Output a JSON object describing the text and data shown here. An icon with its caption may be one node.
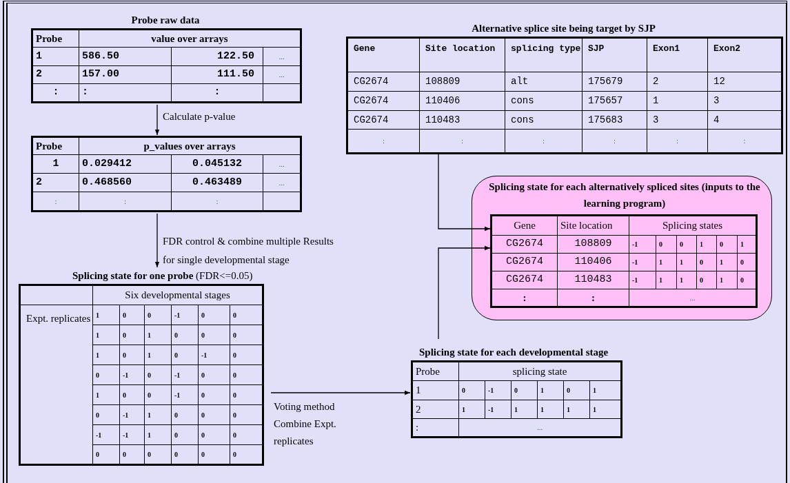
{
  "diagram": {
    "nodes": [
      {
        "text": [
          "Probe raw data",
          "Probe",
          "value over arrays",
          "1",
          "586.50",
          "122.50",
          "...",
          "2",
          "157.00",
          "111.50",
          "...",
          ":",
          ":",
          ":"
        ]
      },
      {
        "text": [
          "Probe",
          "p_values over arrays",
          "1",
          "0.029412",
          "0.045132",
          "...",
          "2",
          "0.468560",
          "0.463489",
          "...",
          ":",
          ":",
          ":"
        ]
      },
      {
        "text": [
          "**Splicing state for one probe** (FDR<=0.05)",
          "Six developmental stages",
          "Expt. replicates",
          "1",
          "0",
          "0",
          "-1",
          "0",
          "0",
          "1",
          "0",
          "1",
          "0",
          "0",
          "0",
          "1",
          "0",
          "1",
          "0",
          "-1",
          "0",
          "0",
          "-1",
          "0",
          "-1",
          "0",
          "0",
          "1",
          "0",
          "0",
          "-1",
          "0",
          "0",
          "0",
          "-1",
          "1",
          "0",
          "0",
          "0",
          "-1",
          "-1",
          "1",
          "0",
          "0",
          "0",
          "0",
          "0",
          "0",
          "0",
          "0",
          "0"
        ]
      },
      {
        "text": [
          "Alternative splice site being target by SJP",
          "Gene",
          "Site location",
          "splicing type",
          "SJP",
          "Exon1",
          "Exon2",
          "CG2674",
          "108809",
          "alt",
          "175679",
          "2",
          "12",
          "CG2674",
          "110406",
          "cons",
          "175657",
          "1",
          "3",
          "CG2674",
          "110483",
          "cons",
          "175683",
          "3",
          "4",
          ":",
          ":",
          ":",
          ":",
          ":",
          ":"
        ]
      },
      {
        "text": [
          "Splicing state for each alternatively spliced sites (inputs to the learning program)"
        ]
      },
      {
        "text": [
          "Gene",
          "Site location",
          "Splicing states",
          "CG2674",
          "108809",
          "-1",
          "0",
          "0",
          "1",
          "0",
          "1",
          "CG2674",
          "110406",
          "-1",
          "1",
          "1",
          "0",
          "1",
          "0",
          "CG2674",
          "110483",
          "-1",
          "1",
          "1",
          "0",
          "1",
          "0",
          ":",
          ":",
          "..."
        ],
        "in": 4
      },
      {
        "text": [
          "Splicing state for each developmental stage",
          "Probe",
          "splicing state",
          "1",
          "0",
          "-1",
          "0",
          "1",
          "0",
          "1",
          "2",
          "1",
          "-1",
          "1",
          "1",
          "1",
          "1",
          ":",
          "..."
        ]
      }
    ],
    "edges": [
      {
        "from": 0,
        "to": 1,
        "arrow": "to",
        "label": "Calculate p-value"
      },
      {
        "from": 1,
        "to": 2,
        "arrow": "to",
        "label": "FDR control & combine multiple Results for single developmental stage"
      },
      {
        "from": 2,
        "to": 6,
        "arrow": "to",
        "label": "Voting method Combine Expt. replicates"
      },
      {
        "from": 3,
        "to": 5,
        "arrow": "to"
      },
      {
        "from": 6,
        "to": 5,
        "arrow": "to"
      }
    ]
  }
}
